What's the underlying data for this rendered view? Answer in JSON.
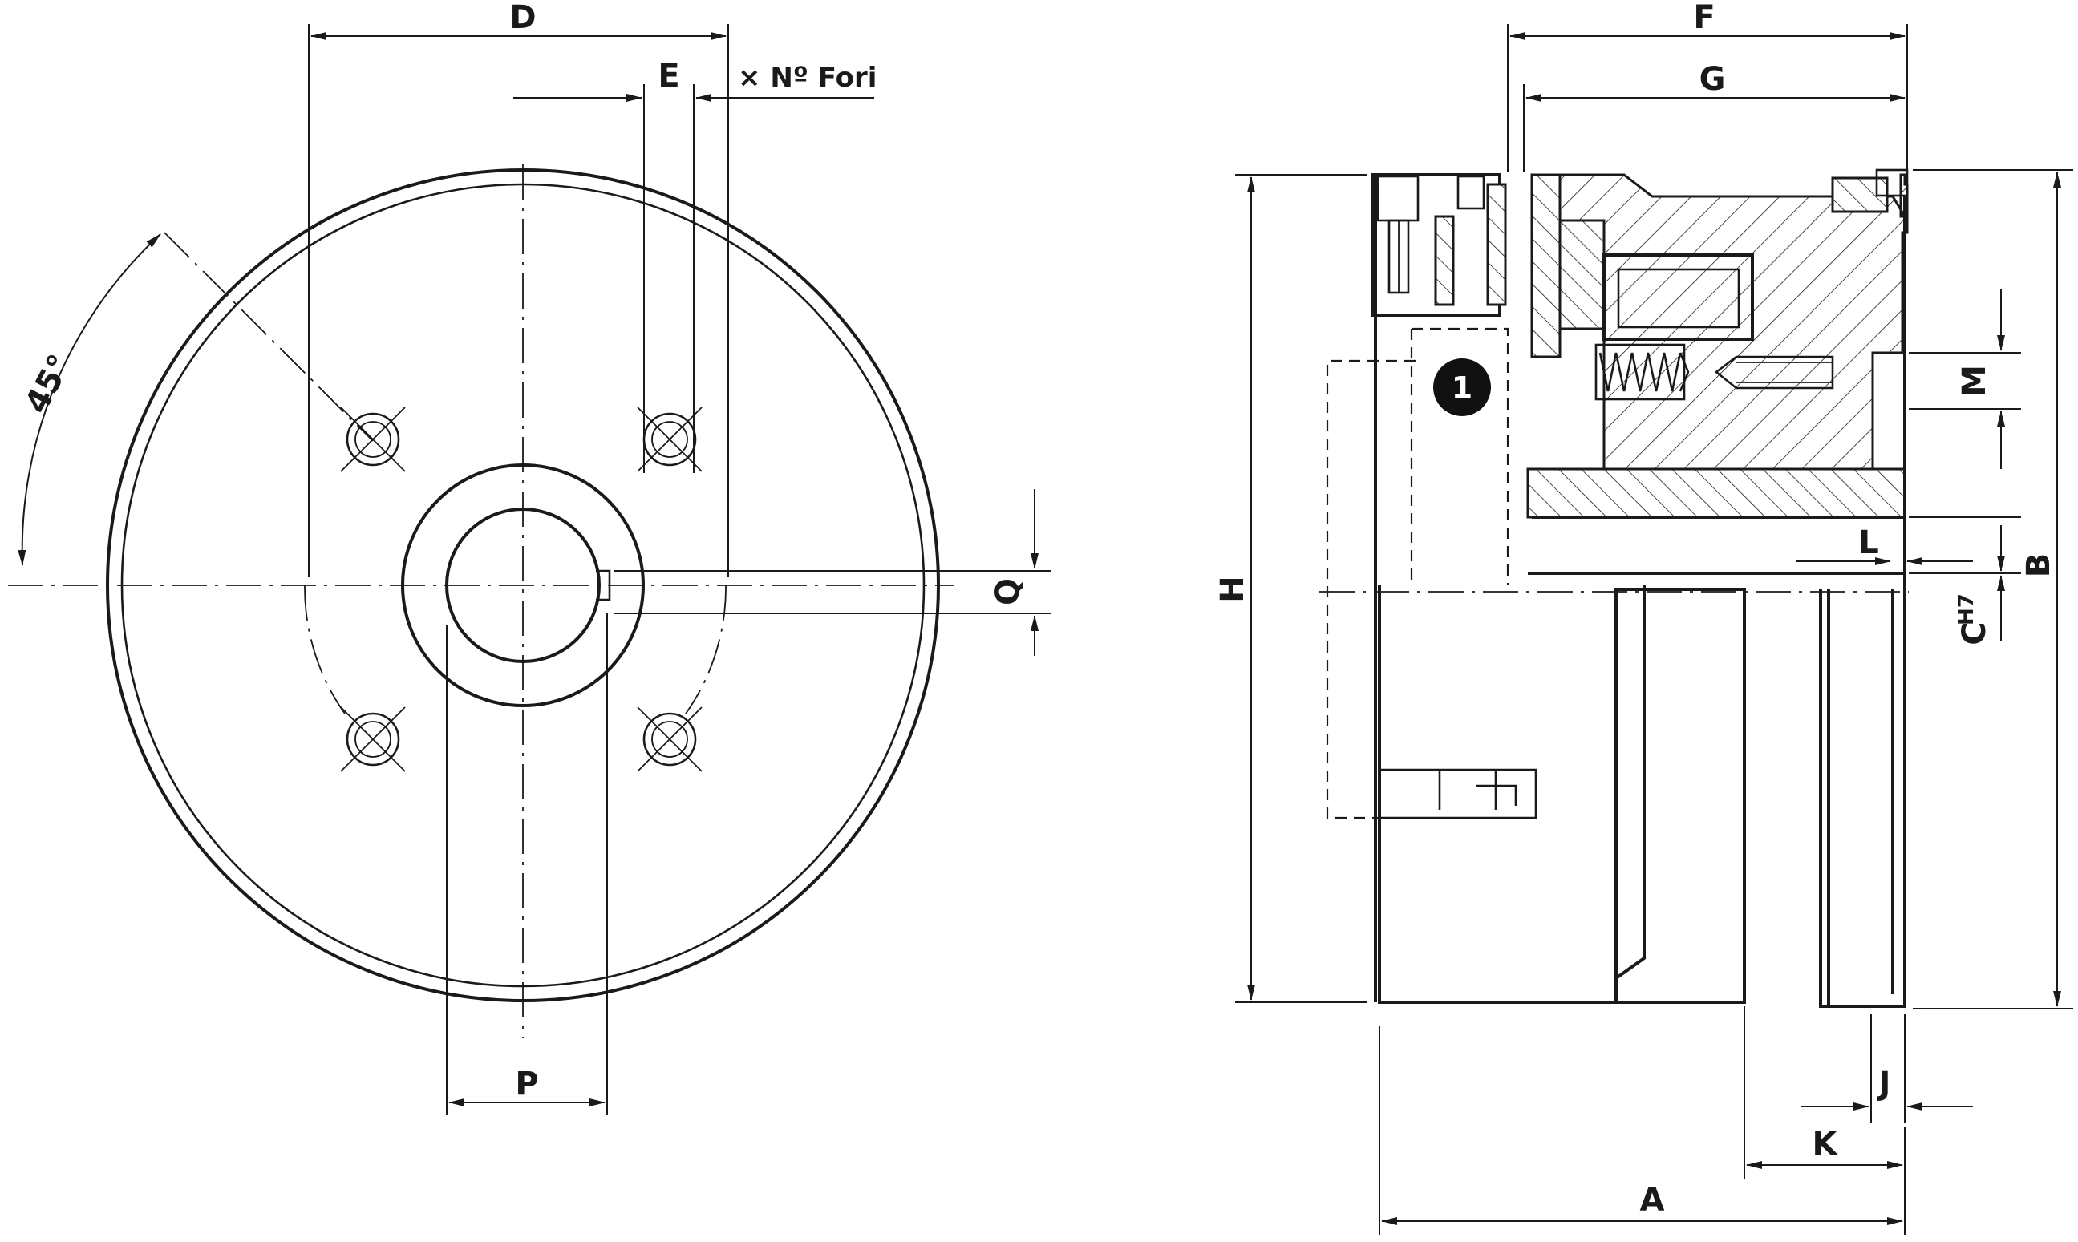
{
  "labels": {
    "D": "D",
    "E": "E",
    "holes": "× Nº Fori",
    "angle": "45°",
    "Q": "Q",
    "P": "P",
    "F": "F",
    "G": "G",
    "H": "H",
    "M": "M",
    "L": "L",
    "C": "C",
    "C_tol": "H7",
    "B": "B",
    "J": "J",
    "K": "K",
    "A": "A",
    "marker": "1"
  }
}
